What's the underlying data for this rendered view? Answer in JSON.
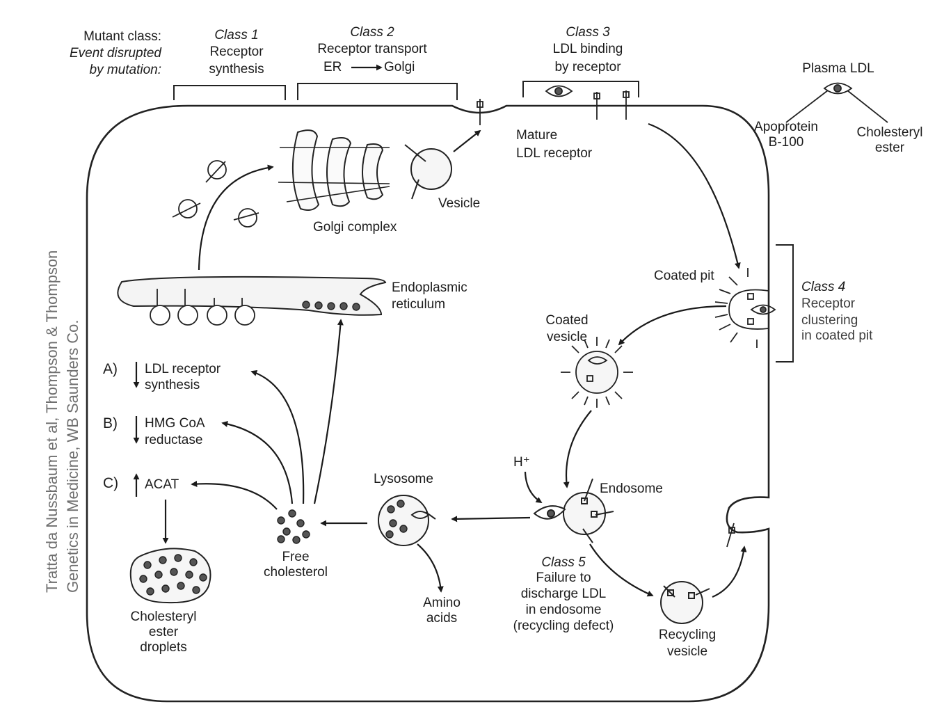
{
  "header": {
    "mutant_class": "Mutant class:",
    "event_line1": "Event disrupted",
    "event_line2": "by mutation:"
  },
  "classes": {
    "class1": {
      "title": "Class 1",
      "line1": "Receptor",
      "line2": "synthesis"
    },
    "class2": {
      "title": "Class 2",
      "line1": "Receptor transport",
      "line2_a": "ER",
      "line2_b": "Golgi"
    },
    "class3": {
      "title": "Class 3",
      "line1": "LDL binding",
      "line2": "by receptor"
    },
    "class4": {
      "title": "Class 4",
      "line1": "Receptor",
      "line2": "clustering",
      "line3": "in coated pit"
    },
    "class5": {
      "title": "Class 5",
      "line1": "Failure to",
      "line2": "discharge LDL",
      "line3": "in endosome",
      "line4": "(recycling defect)"
    }
  },
  "plasma_ldl": {
    "title": "Plasma LDL",
    "apoprotein_line1": "Apoprotein",
    "apoprotein_line2": "B-100",
    "ester_line1": "Cholesteryl",
    "ester_line2": "ester"
  },
  "labels": {
    "mature_line1": "Mature",
    "mature_line2": "LDL receptor",
    "vesicle": "Vesicle",
    "golgi": "Golgi complex",
    "er_line1": "Endoplasmic",
    "er_line2": "reticulum",
    "coated_pit": "Coated pit",
    "coated_vesicle_line1": "Coated",
    "coated_vesicle_line2": "vesicle",
    "h_plus": "H⁺",
    "endosome": "Endosome",
    "lysosome": "Lysosome",
    "amino_line1": "Amino",
    "amino_line2": "acids",
    "recycling_line1": "Recycling",
    "recycling_line2": "vesicle",
    "free_line1": "Free",
    "free_line2": "cholesterol",
    "droplets_line1": "Cholesteryl",
    "droplets_line2": "ester",
    "droplets_line3": "droplets"
  },
  "regulation": {
    "a_letter": "A)",
    "a_line1": "LDL receptor",
    "a_line2": "synthesis",
    "b_letter": "B)",
    "b_line1": "HMG CoA",
    "b_line2": "reductase",
    "c_letter": "C)",
    "c_line1": "ACAT"
  },
  "credit": {
    "line1": "Tratta da Nussbaum et al, Thompson & Thompson",
    "line2": "Genetics in Medicine, WB Saunders Co."
  }
}
